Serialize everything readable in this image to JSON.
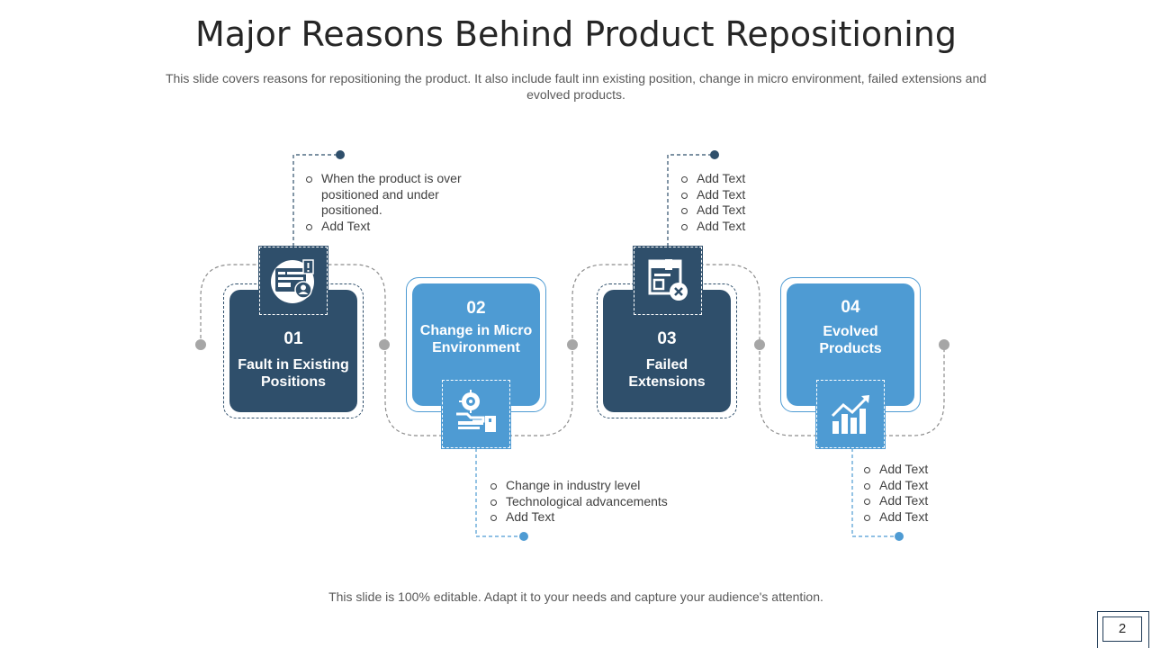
{
  "title": "Major Reasons Behind Product Repositioning",
  "subtitle": "This slide covers reasons for repositioning the product. It also include fault inn existing position, change in micro environment, failed extensions and evolved products.",
  "steps": [
    {
      "number": "01",
      "label": "Fault in Existing Positions",
      "icon": "web-profile-alert-icon",
      "bullets": [
        "When the product is over positioned and under positioned.",
        "Add Text"
      ]
    },
    {
      "number": "02",
      "label": "Change in Micro Environment",
      "icon": "hand-gear-icon",
      "bullets": [
        "Change in industry level",
        "Technological advancements",
        "Add Text"
      ]
    },
    {
      "number": "03",
      "label": "Failed Extensions",
      "icon": "browser-cancel-icon",
      "bullets": [
        "Add Text",
        "Add Text",
        "Add Text",
        "Add Text"
      ]
    },
    {
      "number": "04",
      "label": "Evolved Products",
      "icon": "growth-chart-icon",
      "bullets": [
        "Add Text",
        "Add Text",
        "Add Text",
        "Add Text"
      ]
    }
  ],
  "footer": "This slide is 100% editable. Adapt it to your needs and capture your audience's attention.",
  "page_number": "2",
  "colors": {
    "dark": "#2f4f6b",
    "light": "#4e9bd3",
    "connector": "#a6a6a6"
  }
}
